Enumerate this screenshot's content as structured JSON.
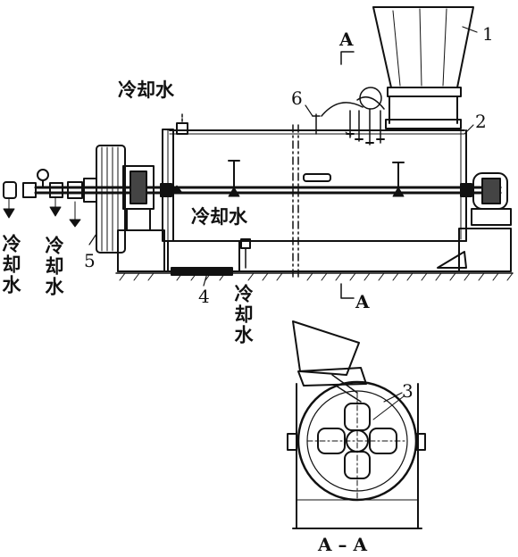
{
  "labels": {
    "n1": "1",
    "n2": "2",
    "n3": "3",
    "n4": "4",
    "n5": "5",
    "n6": "6",
    "cool_top": "冷却水",
    "cool_mid": "冷却水",
    "cool_bottom": "冷却水",
    "cool_left1": "冷却水",
    "cool_left2": "冷却水",
    "sec_top": "A",
    "sec_bottom": "A",
    "sec_view": "A – A"
  }
}
